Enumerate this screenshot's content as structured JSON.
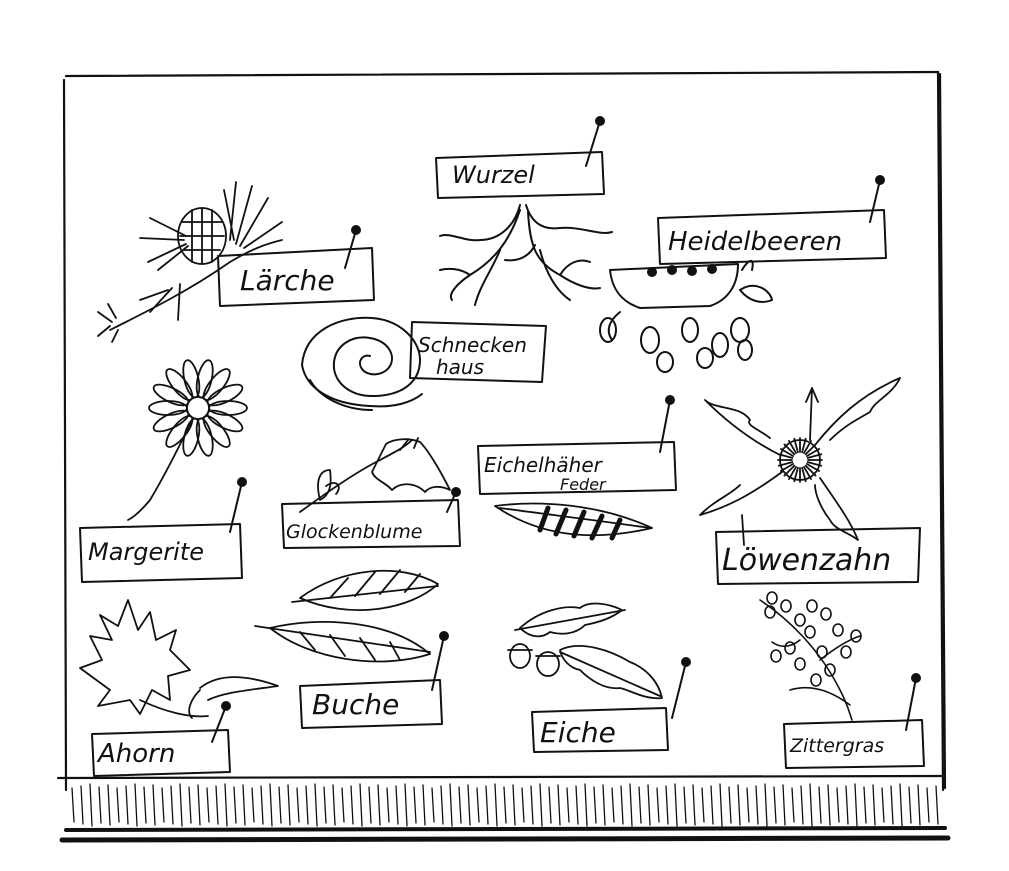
{
  "colors": {
    "ink": "#111111",
    "paper": "#ffffff"
  },
  "labels": {
    "wurzel": "Wurzel",
    "heidelbeeren": "Heidelbeeren",
    "laerche": "Lärche",
    "schneckenhaus_1": "Schnecken",
    "schneckenhaus_2": "haus",
    "margerite": "Margerite",
    "glockenblume": "Glockenblume",
    "eichelhaeher_1": "Eichelhäher",
    "eichelhaeher_2": "Feder",
    "loewenzahn": "Löwenzahn",
    "ahorn": "Ahorn",
    "buche": "Buche",
    "eiche": "Eiche",
    "zittergras": "Zittergras"
  }
}
